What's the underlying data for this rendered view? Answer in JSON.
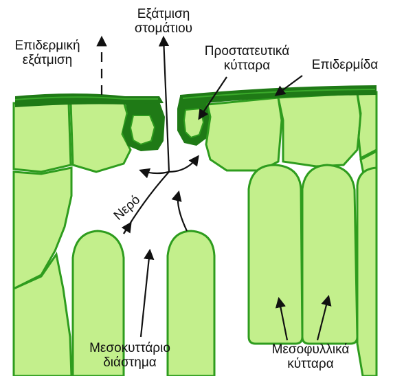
{
  "colors": {
    "cell_fill": "#c3ef8c",
    "cell_stroke": "#2e9c1e",
    "epidermis_dark": "#1f7a16",
    "epidermis_mid": "#3aa92a",
    "arrow": "#111111",
    "background": "#ffffff"
  },
  "labels": {
    "stomatal_transpiration": {
      "line1": "Εξάτμιση",
      "line2": "στομάτιου"
    },
    "epidermal_transpiration": {
      "line1": "Επιδερμική",
      "line2": "εξάτμιση"
    },
    "guard_cells": {
      "line1": "Προστατευτικά",
      "line2": "κύτταρα"
    },
    "epidermis": {
      "line1": "Επιδερμίδα"
    },
    "water": {
      "line1": "Νερό"
    },
    "intercellular_space": {
      "line1": "Μεσοκυττάριο",
      "line2": "διάστημα"
    },
    "mesophyll_cells": {
      "line1": "Μεσοφυλλικά",
      "line2": "κύτταρα"
    }
  }
}
